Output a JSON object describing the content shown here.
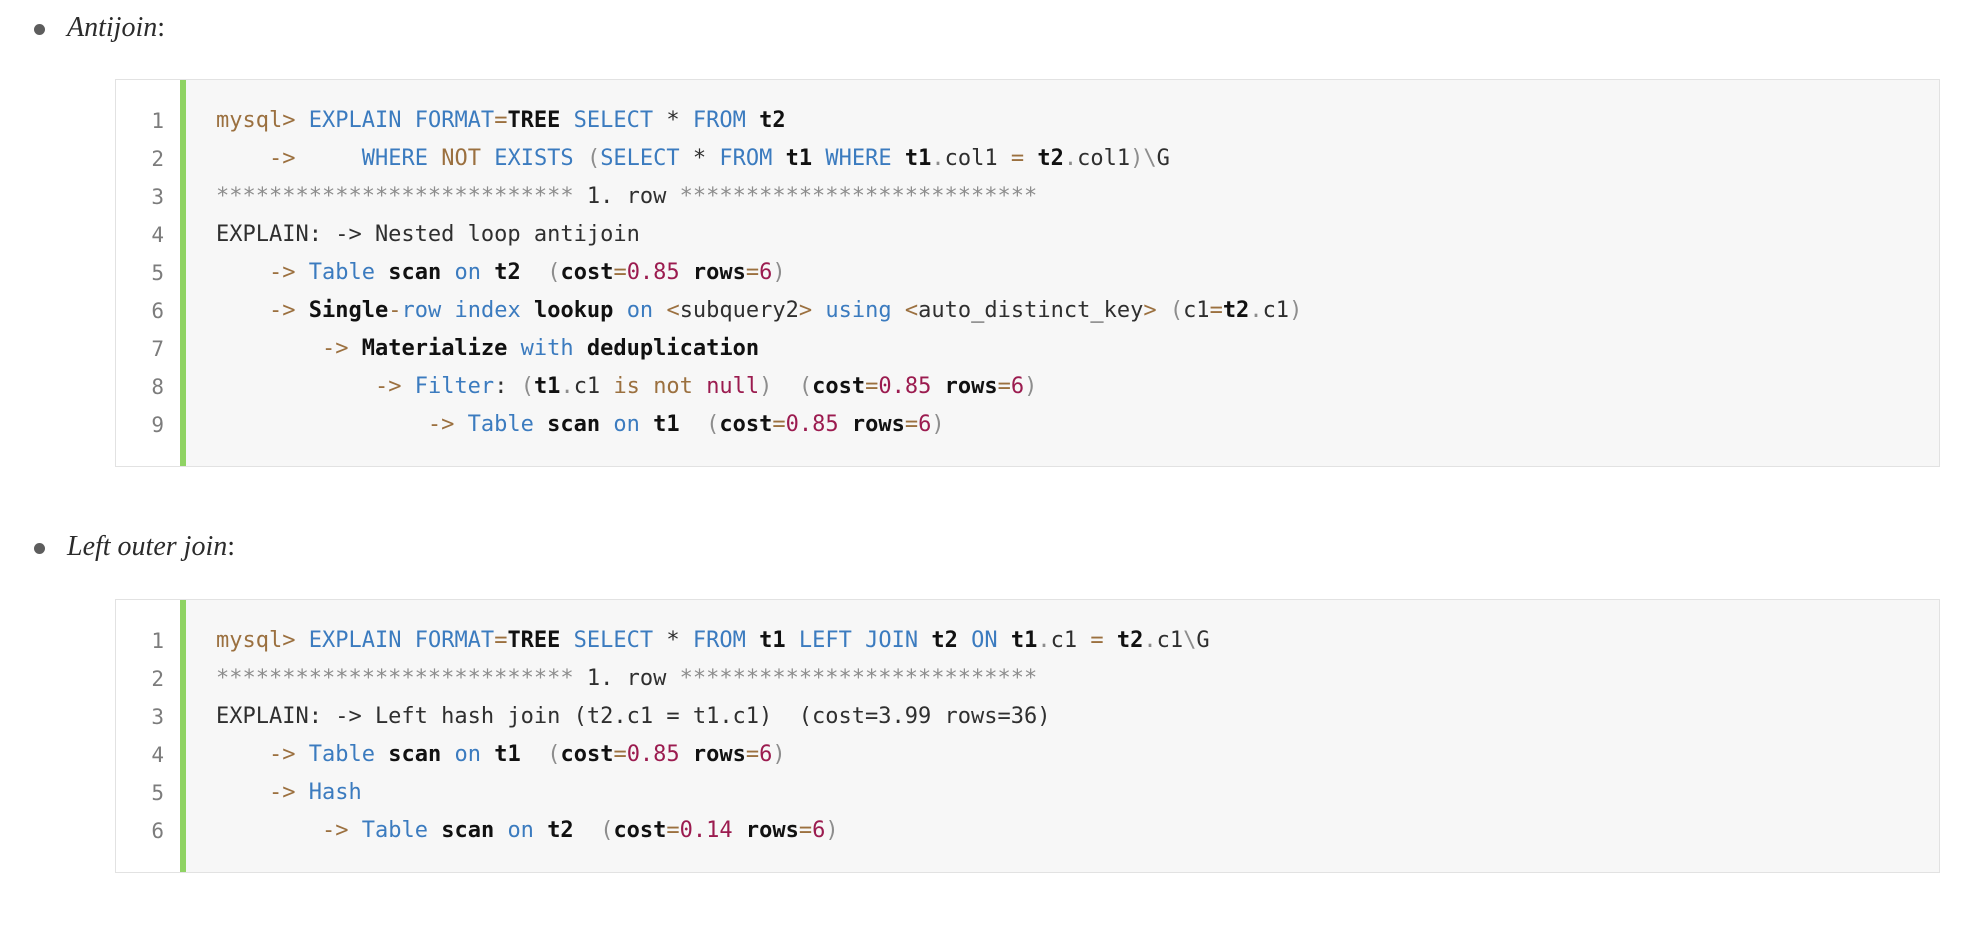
{
  "page": {
    "title": "MySQL EXPLAIN FORMAT=TREE examples",
    "accent_green": "#8fd363",
    "code_bg": "#f7f7f7",
    "keyword_blue": "#3b7bbf",
    "operator_brown": "#9b703f",
    "number_red": "#9b1b4f",
    "gray": "#8d8d8d"
  },
  "sections": [
    {
      "bullet_label": "Antijoin",
      "bullet_colon": ":",
      "code": {
        "line_numbers": [
          "1",
          "2",
          "3",
          "4",
          "5",
          "6",
          "7",
          "8",
          "9"
        ],
        "lines": [
          "mysql> EXPLAIN FORMAT=TREE SELECT * FROM t2",
          "    ->     WHERE NOT EXISTS (SELECT * FROM t1 WHERE t1.col1 = t2.col1)\\G",
          "*************************** 1. row ***************************",
          "EXPLAIN: -> Nested loop antijoin",
          "    -> Table scan on t2  (cost=0.85 rows=6)",
          "    -> Single-row index lookup on <subquery2> using <auto_distinct_key> (c1=t2.c1)",
          "        -> Materialize with deduplication",
          "            -> Filter: (t1.c1 is not null)  (cost=0.85 rows=6)",
          "                -> Table scan on t1  (cost=0.85 rows=6)"
        ]
      }
    },
    {
      "bullet_label": "Left outer join",
      "bullet_colon": ":",
      "code": {
        "line_numbers": [
          "1",
          "2",
          "3",
          "4",
          "5",
          "6"
        ],
        "lines": [
          "mysql> EXPLAIN FORMAT=TREE SELECT * FROM t1 LEFT JOIN t2 ON t1.c1 = t2.c1\\G",
          "*************************** 1. row ***************************",
          "EXPLAIN: -> Left hash join (t2.c1 = t1.c1)  (cost=3.99 rows=36)",
          "    -> Table scan on t1  (cost=0.85 rows=6)",
          "    -> Hash",
          "        -> Table scan on t2  (cost=0.14 rows=6)"
        ]
      }
    }
  ]
}
